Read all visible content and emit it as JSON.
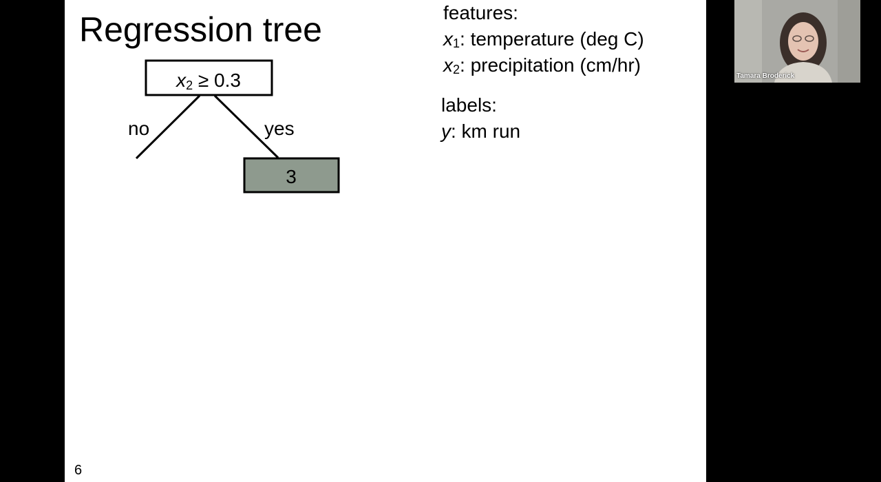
{
  "slide": {
    "title": "Regression tree",
    "page_number": "6",
    "tree": {
      "root": {
        "var": "x",
        "sub": "2",
        "condition": " ≥ 0.3"
      },
      "left_branch_label": "no",
      "right_branch_label": "yes",
      "right_leaf_value": "3"
    },
    "features": {
      "heading": "features:",
      "items": [
        {
          "var": "x",
          "sub": "1",
          "text": ": temperature (deg C)"
        },
        {
          "var": "x",
          "sub": "2",
          "text": ": precipitation (cm/hr)"
        }
      ]
    },
    "labels": {
      "heading": "labels:",
      "items": [
        {
          "var": "y",
          "text": ": km run"
        }
      ]
    }
  },
  "video": {
    "participant_name": "Tamara Broderick"
  },
  "colors": {
    "screen_background": "#000000",
    "slide_background": "#ffffff",
    "leaf_fill": "#8e9a8e",
    "video_background": "#a9a9a4"
  }
}
